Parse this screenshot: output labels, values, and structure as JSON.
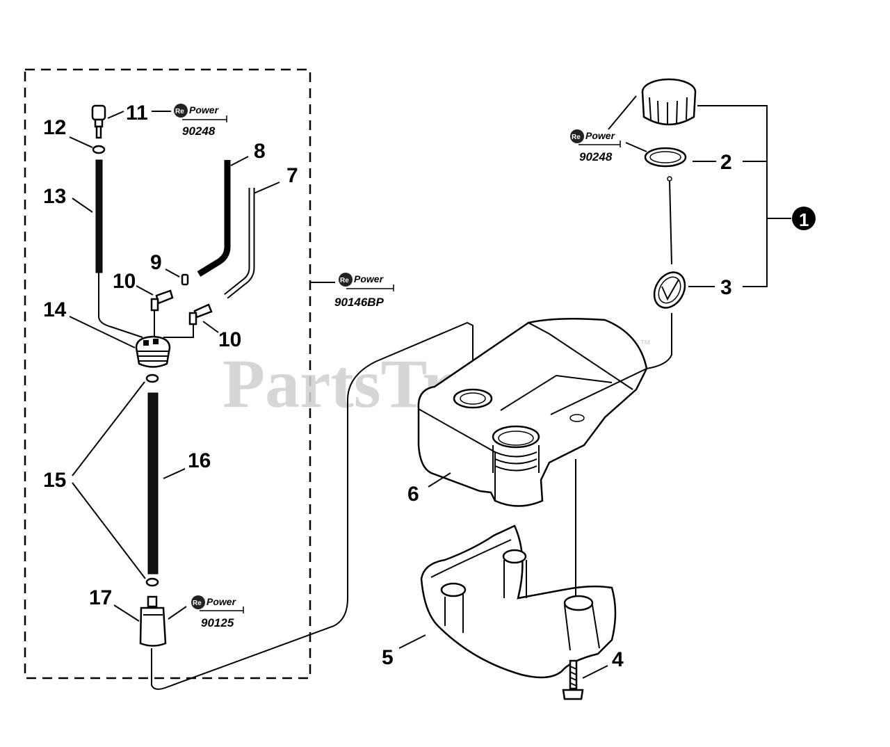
{
  "watermark": {
    "text": "PartsTree",
    "trademark": "™"
  },
  "repower_logo": {
    "prefix": "Re",
    "word": "Power"
  },
  "callouts": {
    "c1": "1",
    "c2": "2",
    "c3": "3",
    "c4": "4",
    "c5": "5",
    "c6": "6",
    "c7": "7",
    "c8": "8",
    "c9": "9",
    "c10a": "10",
    "c10b": "10",
    "c11": "11",
    "c12": "12",
    "c13": "13",
    "c14": "14",
    "c15": "15",
    "c16": "16",
    "c17": "17"
  },
  "repower_refs": {
    "kit_11": "90248",
    "kit_2": "90248",
    "kit_assembly": "90146BP",
    "kit_17": "90125"
  },
  "colors": {
    "line": "#000000",
    "watermark": "#cfcfcf",
    "background": "#ffffff"
  }
}
